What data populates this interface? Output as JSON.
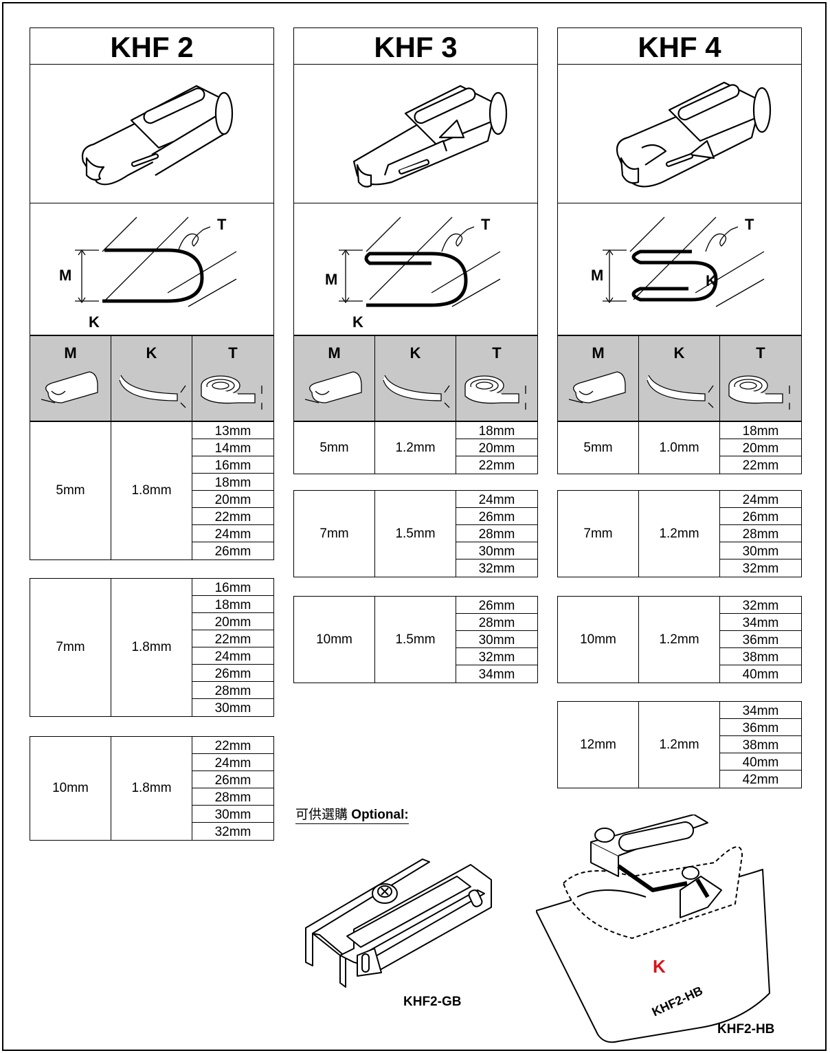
{
  "columns": [
    {
      "title": "KHF 2",
      "diagram": {
        "m": "M",
        "k": "K",
        "t": "T"
      },
      "headers": [
        "M",
        "K",
        "T"
      ],
      "groups": [
        {
          "m": "5mm",
          "k": "1.8mm",
          "t": [
            "13mm",
            "14mm",
            "16mm",
            "18mm",
            "20mm",
            "22mm",
            "24mm",
            "26mm"
          ]
        },
        {
          "m": "7mm",
          "k": "1.8mm",
          "t": [
            "16mm",
            "18mm",
            "20mm",
            "22mm",
            "24mm",
            "26mm",
            "28mm",
            "30mm"
          ]
        },
        {
          "m": "10mm",
          "k": "1.8mm",
          "t": [
            "22mm",
            "24mm",
            "26mm",
            "28mm",
            "30mm",
            "32mm"
          ]
        }
      ]
    },
    {
      "title": "KHF 3",
      "diagram": {
        "m": "M",
        "k": "K",
        "t": "T"
      },
      "headers": [
        "M",
        "K",
        "T"
      ],
      "groups": [
        {
          "m": "5mm",
          "k": "1.2mm",
          "t": [
            "18mm",
            "20mm",
            "22mm"
          ]
        },
        {
          "m": "7mm",
          "k": "1.5mm",
          "t": [
            "24mm",
            "26mm",
            "28mm",
            "30mm",
            "32mm"
          ]
        },
        {
          "m": "10mm",
          "k": "1.5mm",
          "t": [
            "26mm",
            "28mm",
            "30mm",
            "32mm",
            "34mm"
          ]
        }
      ]
    },
    {
      "title": "KHF 4",
      "diagram": {
        "m": "M",
        "k": "K",
        "t": "T"
      },
      "headers": [
        "M",
        "K",
        "T"
      ],
      "groups": [
        {
          "m": "5mm",
          "k": "1.0mm",
          "t": [
            "18mm",
            "20mm",
            "22mm"
          ]
        },
        {
          "m": "7mm",
          "k": "1.2mm",
          "t": [
            "24mm",
            "26mm",
            "28mm",
            "30mm",
            "32mm"
          ]
        },
        {
          "m": "10mm",
          "k": "1.2mm",
          "t": [
            "32mm",
            "34mm",
            "36mm",
            "38mm",
            "40mm"
          ]
        },
        {
          "m": "12mm",
          "k": "1.2mm",
          "t": [
            "34mm",
            "36mm",
            "38mm",
            "40mm",
            "42mm"
          ]
        }
      ]
    }
  ],
  "optional": {
    "chinese": "可供選購",
    "label": "Optional:"
  },
  "accessories": [
    {
      "name": "KHF2-GB"
    },
    {
      "name": "KHF2-HB",
      "plate_text": "KHF2-HB",
      "logo_color": "#d9141b"
    }
  ]
}
